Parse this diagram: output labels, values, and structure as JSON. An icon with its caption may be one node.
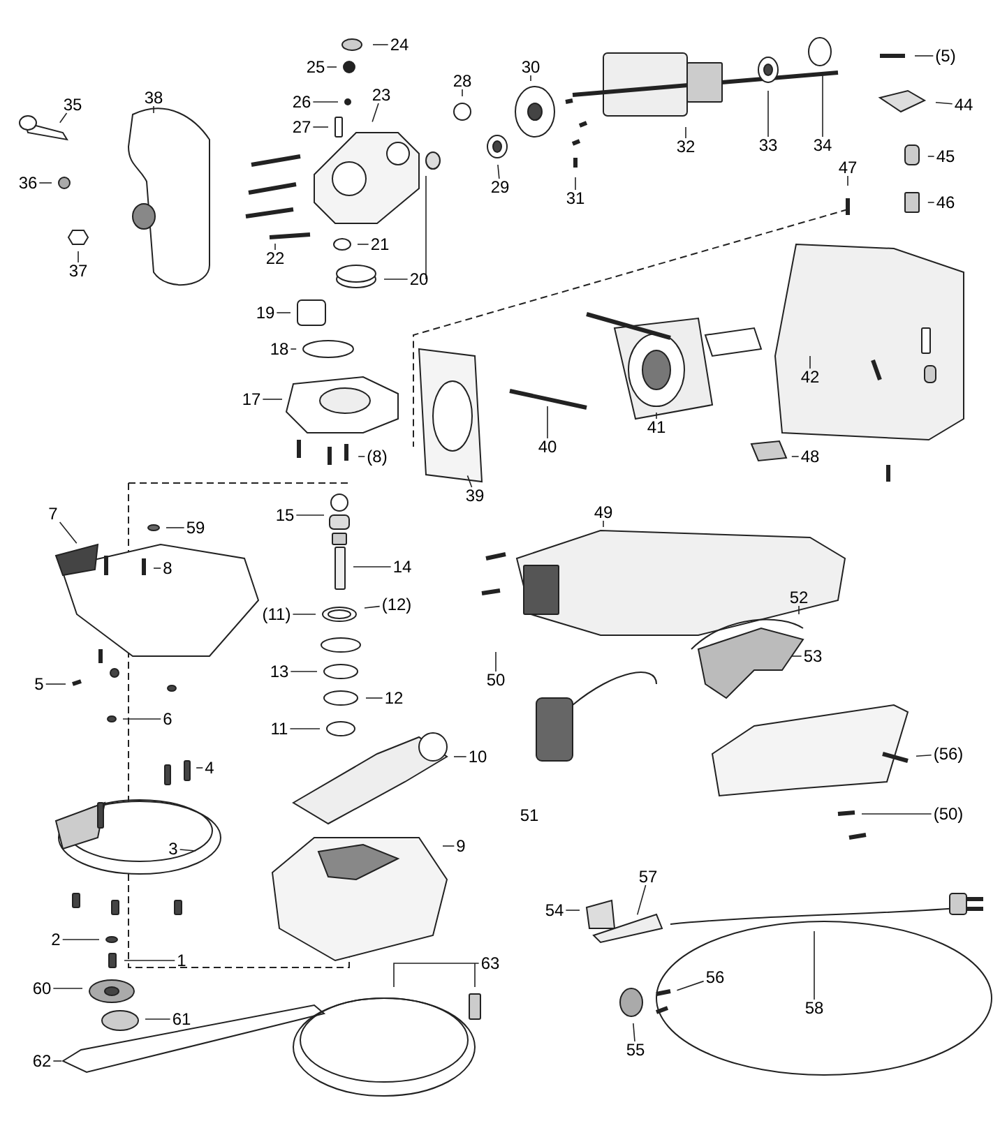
{
  "diagram": {
    "nodes": [
      {
        "text": [
          "24"
        ]
      },
      {
        "text": [
          "(5)"
        ]
      },
      {
        "text": [
          "25"
        ]
      },
      {
        "text": [
          "30"
        ]
      },
      {
        "text": [
          "23"
        ]
      },
      {
        "text": [
          "28"
        ]
      },
      {
        "text": [
          "26"
        ]
      },
      {
        "text": [
          "38"
        ]
      },
      {
        "text": [
          "35"
        ]
      },
      {
        "text": [
          "44"
        ]
      },
      {
        "text": [
          "27"
        ]
      },
      {
        "text": [
          "33"
        ]
      },
      {
        "text": [
          "34"
        ]
      },
      {
        "text": [
          "32"
        ]
      },
      {
        "text": [
          "45"
        ]
      },
      {
        "text": [
          "47"
        ]
      },
      {
        "text": [
          "29"
        ]
      },
      {
        "text": [
          "36"
        ]
      },
      {
        "text": [
          "31"
        ]
      },
      {
        "text": [
          "46"
        ]
      },
      {
        "text": [
          "21"
        ]
      },
      {
        "text": [
          "22"
        ]
      },
      {
        "text": [
          "37"
        ]
      },
      {
        "text": [
          "20"
        ]
      },
      {
        "text": [
          "19"
        ]
      },
      {
        "text": [
          "18"
        ]
      },
      {
        "text": [
          "42"
        ]
      },
      {
        "text": [
          "17"
        ]
      },
      {
        "text": [
          "41"
        ]
      },
      {
        "text": [
          "40"
        ]
      },
      {
        "text": [
          "(8)"
        ]
      },
      {
        "text": [
          "48"
        ]
      },
      {
        "text": [
          "39"
        ]
      },
      {
        "text": [
          "49"
        ]
      },
      {
        "text": [
          "15"
        ]
      },
      {
        "text": [
          "7"
        ]
      },
      {
        "text": [
          "59"
        ]
      },
      {
        "text": [
          "14"
        ]
      },
      {
        "text": [
          "8"
        ]
      },
      {
        "text": [
          "52"
        ]
      },
      {
        "text": [
          "(12)"
        ]
      },
      {
        "text": [
          "(11)"
        ]
      },
      {
        "text": [
          "53"
        ]
      },
      {
        "text": [
          "13"
        ]
      },
      {
        "text": [
          "50"
        ]
      },
      {
        "text": [
          "5"
        ]
      },
      {
        "text": [
          "12"
        ]
      },
      {
        "text": [
          "6"
        ]
      },
      {
        "text": [
          "11"
        ]
      },
      {
        "text": [
          "(56)"
        ]
      },
      {
        "text": [
          "10"
        ]
      },
      {
        "text": [
          "4"
        ]
      },
      {
        "text": [
          "(50)"
        ]
      },
      {
        "text": [
          "3"
        ]
      },
      {
        "text": [
          "9"
        ]
      },
      {
        "text": [
          "57"
        ]
      },
      {
        "text": [
          "54"
        ]
      },
      {
        "text": [
          "2"
        ]
      },
      {
        "text": [
          "1"
        ]
      },
      {
        "text": [
          "63"
        ]
      },
      {
        "text": [
          "56"
        ]
      },
      {
        "text": [
          "60"
        ]
      },
      {
        "text": [
          "58"
        ]
      },
      {
        "text": [
          "61"
        ]
      },
      {
        "text": [
          "55"
        ]
      },
      {
        "text": [
          "62"
        ]
      }
    ],
    "edges": [
      {
        "from": 0,
        "to": null,
        "arrow": "none"
      },
      {
        "from": 1,
        "to": null,
        "arrow": "none"
      },
      {
        "from": 2,
        "to": null,
        "arrow": "none"
      },
      {
        "from": 3,
        "to": null,
        "arrow": "none"
      },
      {
        "from": 4,
        "to": null,
        "arrow": "none"
      },
      {
        "from": 5,
        "to": null,
        "arrow": "none"
      },
      {
        "from": 6,
        "to": null,
        "arrow": "none"
      },
      {
        "from": 7,
        "to": null,
        "arrow": "none"
      },
      {
        "from": 8,
        "to": null,
        "arrow": "none"
      },
      {
        "from": 9,
        "to": null,
        "arrow": "none"
      },
      {
        "from": 10,
        "to": null,
        "arrow": "none"
      },
      {
        "from": 11,
        "to": null,
        "arrow": "none"
      },
      {
        "from": 12,
        "to": null,
        "arrow": "none"
      },
      {
        "from": 13,
        "to": null,
        "arrow": "none"
      },
      {
        "from": 14,
        "to": null,
        "arrow": "none"
      },
      {
        "from": 15,
        "to": null,
        "arrow": "none"
      },
      {
        "from": 16,
        "to": null,
        "arrow": "none"
      },
      {
        "from": 17,
        "to": null,
        "arrow": "none"
      },
      {
        "from": 18,
        "to": null,
        "arrow": "none"
      },
      {
        "from": 19,
        "to": null,
        "arrow": "none"
      },
      {
        "from": 20,
        "to": null,
        "arrow": "none"
      },
      {
        "from": 21,
        "to": null,
        "arrow": "none"
      },
      {
        "from": 22,
        "to": null,
        "arrow": "none"
      },
      {
        "from": 23,
        "to": null,
        "arrow": "none"
      },
      {
        "from": 24,
        "to": null,
        "arrow": "none"
      },
      {
        "from": 25,
        "to": null,
        "arrow": "none"
      },
      {
        "from": 26,
        "to": null,
        "arrow": "none"
      },
      {
        "from": 27,
        "to": null,
        "arrow": "none"
      },
      {
        "from": 28,
        "to": null,
        "arrow": "none"
      },
      {
        "from": 29,
        "to": null,
        "arrow": "none"
      },
      {
        "from": 30,
        "to": null,
        "arrow": "none"
      },
      {
        "from": 31,
        "to": null,
        "arrow": "none"
      },
      {
        "from": 32,
        "to": null,
        "arrow": "none"
      },
      {
        "from": 33,
        "to": null,
        "arrow": "none"
      },
      {
        "from": 34,
        "to": null,
        "arrow": "none"
      },
      {
        "from": 35,
        "to": null,
        "arrow": "none"
      },
      {
        "from": 36,
        "to": null,
        "arrow": "none"
      },
      {
        "from": 37,
        "to": null,
        "arrow": "none"
      },
      {
        "from": 38,
        "to": null,
        "arrow": "none"
      },
      {
        "from": 39,
        "to": null,
        "arrow": "none"
      },
      {
        "from": 40,
        "to": null,
        "arrow": "none"
      },
      {
        "from": 41,
        "to": null,
        "arrow": "none"
      },
      {
        "from": 42,
        "to": null,
        "arrow": "none"
      },
      {
        "from": 43,
        "to": null,
        "arrow": "none"
      },
      {
        "from": 44,
        "to": null,
        "arrow": "none"
      },
      {
        "from": 45,
        "to": null,
        "arrow": "none"
      },
      {
        "from": 46,
        "to": null,
        "arrow": "none"
      },
      {
        "from": 47,
        "to": null,
        "arrow": "none"
      },
      {
        "from": 48,
        "to": null,
        "arrow": "none"
      },
      {
        "from": 49,
        "to": null,
        "arrow": "none"
      },
      {
        "from": 50,
        "to": null,
        "arrow": "none"
      },
      {
        "from": 51,
        "to": null,
        "arrow": "none"
      },
      {
        "from": 52,
        "to": null,
        "arrow": "none"
      },
      {
        "from": 53,
        "to": null,
        "arrow": "none"
      },
      {
        "from": 54,
        "to": null,
        "arrow": "none"
      },
      {
        "from": 55,
        "to": null,
        "arrow": "none"
      },
      {
        "from": 56,
        "to": null,
        "arrow": "none"
      },
      {
        "from": 57,
        "to": null,
        "arrow": "none"
      },
      {
        "from": 58,
        "to": null,
        "arrow": "none"
      },
      {
        "from": 59,
        "to": null,
        "arrow": "none"
      },
      {
        "from": 60,
        "to": null,
        "arrow": "none"
      },
      {
        "from": 61,
        "to": null,
        "arrow": "none"
      },
      {
        "from": 62,
        "to": null,
        "arrow": "none"
      },
      {
        "from": 63,
        "to": null,
        "arrow": "none"
      },
      {
        "from": 64,
        "to": null,
        "arrow": "none"
      },
      {
        "from": 65,
        "to": null,
        "arrow": "none"
      }
    ],
    "labels": [
      "51"
    ]
  }
}
